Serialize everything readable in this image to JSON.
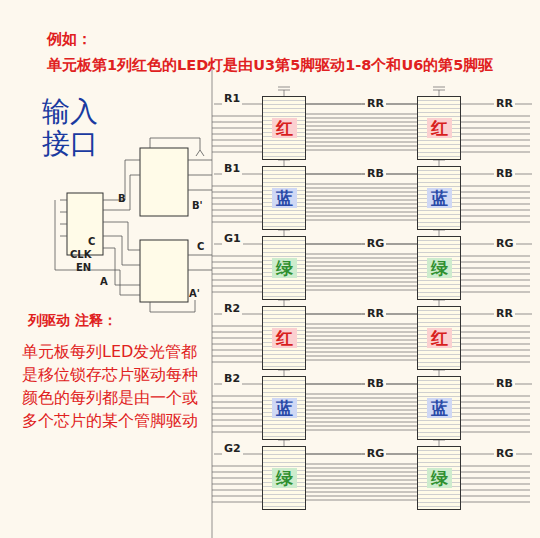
{
  "diagram": {
    "nodes": [
      {
        "text": [
          "红"
        ]
      },
      {
        "text": [
          "红"
        ]
      },
      {
        "text": [
          "蓝"
        ]
      },
      {
        "text": [
          "蓝"
        ]
      },
      {
        "text": [
          "绿"
        ]
      },
      {
        "text": [
          "绿"
        ]
      },
      {
        "text": [
          "红"
        ]
      },
      {
        "text": [
          "红"
        ]
      },
      {
        "text": [
          "蓝"
        ]
      },
      {
        "text": [
          "蓝"
        ]
      },
      {
        "text": [
          "绿"
        ]
      },
      {
        "text": [
          "绿"
        ]
      }
    ],
    "edges": [
      {
        "from": 0,
        "to": 1,
        "arrow": "none",
        "label": "RR"
      },
      {
        "from": 2,
        "to": 3,
        "arrow": "none",
        "label": "RB"
      },
      {
        "from": 4,
        "to": 5,
        "arrow": "none",
        "label": "RG"
      },
      {
        "from": 6,
        "to": 7,
        "arrow": "none",
        "label": "RR"
      },
      {
        "from": 8,
        "to": 9,
        "arrow": "none",
        "label": "RB"
      },
      {
        "from": 10,
        "to": 11,
        "arrow": "none",
        "label": "RG"
      }
    ],
    "labels": [
      "例如：",
      "单元板第1列红色的LED灯是由U3第5脚驱动1-8个和U6的第5脚驱",
      "输入接口",
      "B",
      "B'",
      "C",
      "CLK",
      "EN",
      "A",
      "C",
      "A'",
      "列驱动 注释：",
      "单元板每列LED发光管都是移位锁存芯片驱动每种颜色的每列都是由一个或多个芯片的某个管脚驱动",
      "R1",
      "RR",
      "B1",
      "RB",
      "G1",
      "RG",
      "R2",
      "RR",
      "B2",
      "RB",
      "G2",
      "RG"
    ]
  }
}
